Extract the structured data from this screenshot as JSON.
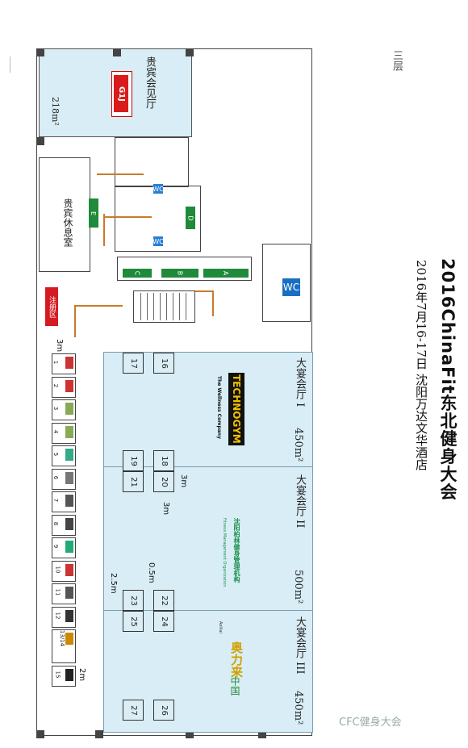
{
  "title": "2016ChinaFit东北健身大会",
  "subtitle": "2016年7月16-17日   沈阳万达文华酒店",
  "floor": "三层",
  "watermark": "CFC健身大会",
  "vip_hall": {
    "name": "贵宾会见厅",
    "area": "218m²",
    "logo_text": "G1J"
  },
  "vip_lounge": "贵宾休息室",
  "registration": "注册区",
  "halls": [
    {
      "name": "大宴会厅 I",
      "area": "450m²"
    },
    {
      "name": "大宴会厅 II",
      "area": "500m²"
    },
    {
      "name": "大宴会厅 III",
      "area": "450m²"
    }
  ],
  "doors": [
    "A",
    "B",
    "C",
    "D",
    "E"
  ],
  "brands": {
    "technogym": "TECHNOGYM",
    "technogym_tag": "The Wellness Company",
    "shenyang": "沈阳柏林健身管理机构",
    "shenyang_en": "Fitness Management Organization",
    "aolilai": "奥力来",
    "aolilai_cn": "中国",
    "aolilai_en": "Aolilai"
  },
  "booths": [
    {
      "id": "16"
    },
    {
      "id": "17"
    },
    {
      "id": "18"
    },
    {
      "id": "19"
    },
    {
      "id": "20"
    },
    {
      "id": "21"
    },
    {
      "id": "22"
    },
    {
      "id": "23"
    },
    {
      "id": "24"
    },
    {
      "id": "25"
    },
    {
      "id": "26"
    },
    {
      "id": "27"
    }
  ],
  "stalls": [
    "1",
    "2",
    "3",
    "4",
    "5",
    "6",
    "7",
    "8",
    "9",
    "10",
    "11",
    "12",
    "13/14",
    "15"
  ],
  "dimensions": {
    "d3m_a": "3m",
    "d3m_b": "3m",
    "d3m_c": "3m",
    "d05": "0.5m",
    "d25": "2.5m",
    "d2m": "2m"
  }
}
